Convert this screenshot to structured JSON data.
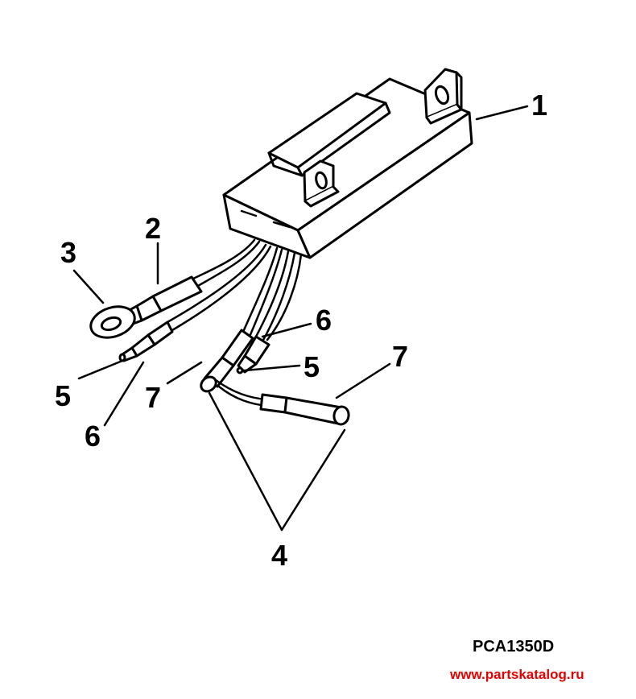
{
  "callouts": {
    "c1": "1",
    "c2": "2",
    "c3": "3",
    "c4": "4",
    "c5a": "5",
    "c5b": "5",
    "c6a": "6",
    "c6b": "6",
    "c7a": "7",
    "c7b": "7"
  },
  "figure_code": "PCA1350D",
  "watermark": "www.partskatalog.ru",
  "colors": {
    "line": "#000000",
    "background": "#ffffff",
    "watermark": "#e60000"
  }
}
